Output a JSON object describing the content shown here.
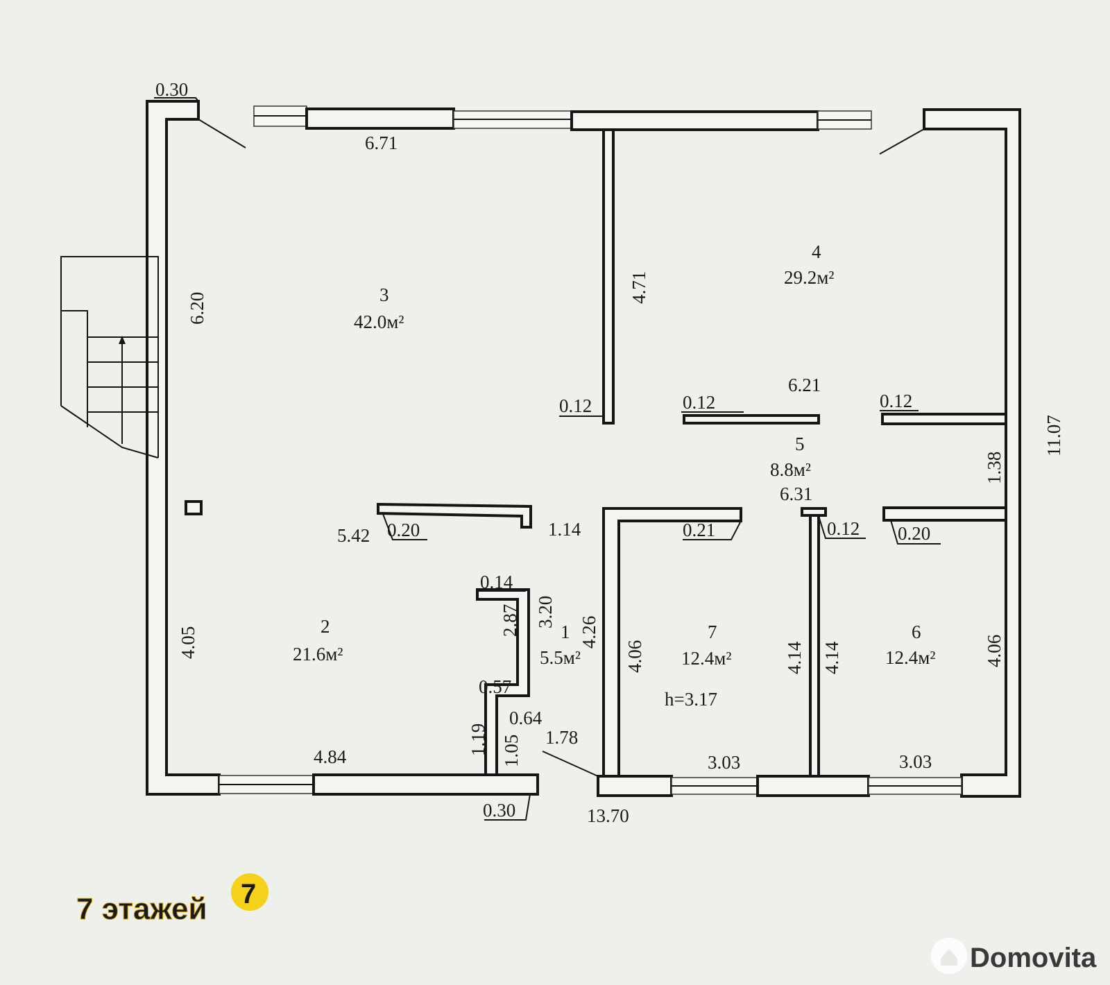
{
  "plan": {
    "rooms": [
      {
        "number": "3",
        "area": "42.0м²"
      },
      {
        "number": "4",
        "area": "29.2м²"
      },
      {
        "number": "5",
        "area": "8.8м²"
      },
      {
        "number": "2",
        "area": "21.6м²"
      },
      {
        "number": "1",
        "area": "5.5м²"
      },
      {
        "number": "7",
        "area": "12.4м²"
      },
      {
        "number": "6",
        "area": "12.4м²"
      }
    ],
    "ceiling_height": "h=3.17",
    "dimensions": {
      "top_left_wall": "0.30",
      "top_width": "6.71",
      "left_upper": "6.20",
      "partition_height": "4.71",
      "right_total": "11.07",
      "corridor_width": "6.21",
      "corridor_left_wall": "0.12",
      "corridor_mid_wall": "0.12",
      "corridor_right_wall": "0.12",
      "corridor_depth": "1.38",
      "corridor_lower_width": "6.31",
      "partition_left_length": "5.42",
      "partition_left_thickness": "0.20",
      "opening_width": "1.14",
      "room7_top_wall": "0.21",
      "room7_right_wall": "0.12",
      "room6_top_wall": "0.20",
      "left_lower": "4.05",
      "hall_wall_top": "0.14",
      "hall_wall_len": "2.87",
      "hall_height": "3.20",
      "hall_right": "4.26",
      "room7_left": "4.06",
      "room7_right": "4.14",
      "room6_left": "4.14",
      "room6_right": "4.06",
      "step_width": "0.57",
      "step_small": "0.64",
      "step_left_height": "1.19",
      "step_right_height": "1.05",
      "entrance_width": "1.78",
      "bottom_left_width": "4.84",
      "bottom_wall": "0.30",
      "bottom_total": "13.70",
      "room7_bottom": "3.03",
      "room6_bottom": "3.03"
    }
  },
  "watermark_left": {
    "text": "7 этажей",
    "logo_char": "7",
    "color": "#f5d11a"
  },
  "watermark_right": {
    "text": "Domovita",
    "color": "#ffffff"
  }
}
